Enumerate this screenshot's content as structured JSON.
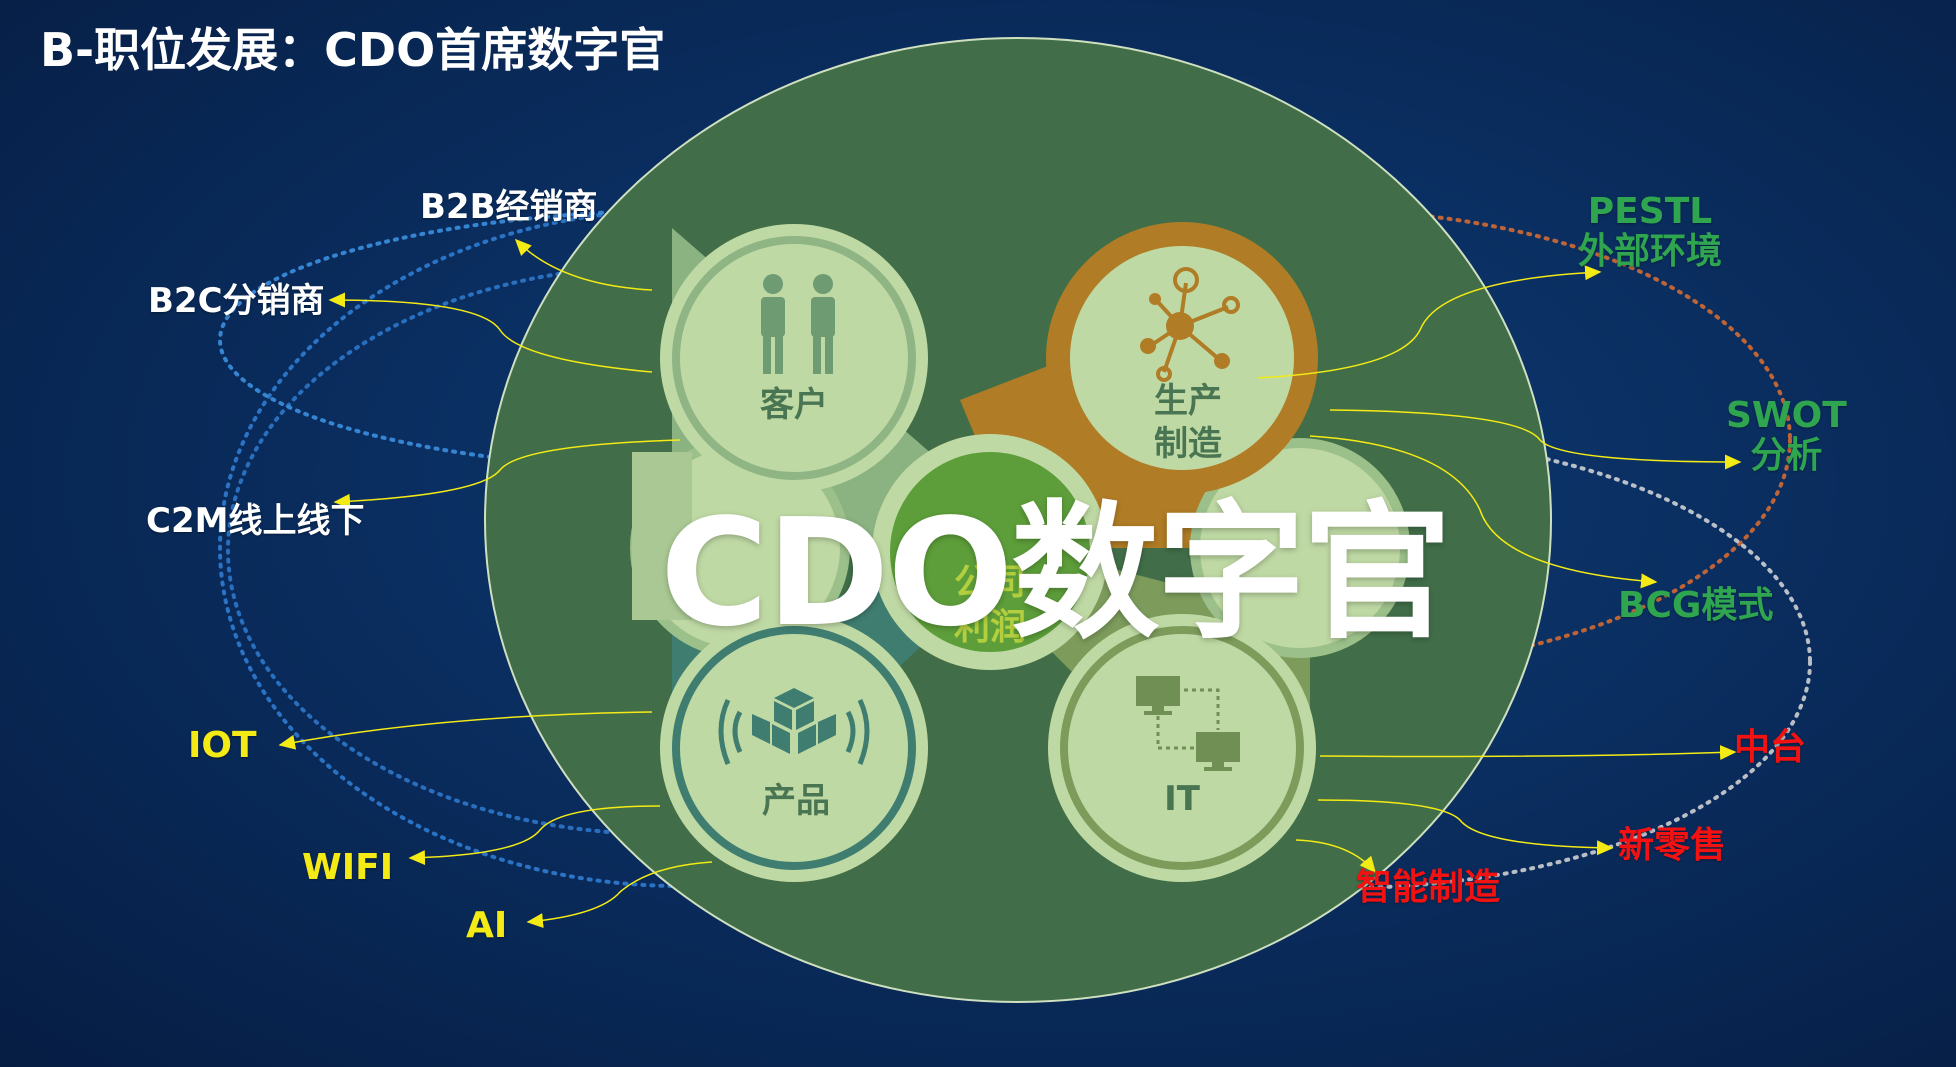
{
  "title": "B-职位发展：CDO首席数字官",
  "center_title": "CDO数字官",
  "quadrants": {
    "customer": "客户",
    "manufacturing": [
      "生产",
      "制造"
    ],
    "product": "产品",
    "it": "IT",
    "profit": [
      "公司",
      "利润"
    ]
  },
  "left_labels": {
    "b2b": "B2B经销商",
    "b2c": "B2C分销商",
    "c2m": "C2M线上线下",
    "iot": "IOT",
    "wifi": "WIFI",
    "ai": "AI"
  },
  "right_labels": {
    "pestl": [
      "PESTL",
      "外部环境"
    ],
    "swot": [
      "SWOT",
      "分析"
    ],
    "bcg": "BCG模式",
    "zhongtai": "中台",
    "new_retail": "新零售",
    "smart_mfg": "智能制造"
  },
  "colors": {
    "background": "#0a2e60",
    "outer_circle": "#416e48",
    "customer": "#8fb585",
    "manufacturing": "#b07c25",
    "product": "#3f7d70",
    "it": "#7d9c5c",
    "circle_face": "#bfd9a4",
    "center": "#5d9e3a",
    "label_white": "#ffffff",
    "label_yellow": "#f4ea15",
    "label_green": "#2fa54f",
    "label_red": "#f21212"
  },
  "icons": {
    "customer": "people-icon",
    "manufacturing": "network-icon",
    "product": "boxes-icon",
    "it": "computers-icon"
  }
}
